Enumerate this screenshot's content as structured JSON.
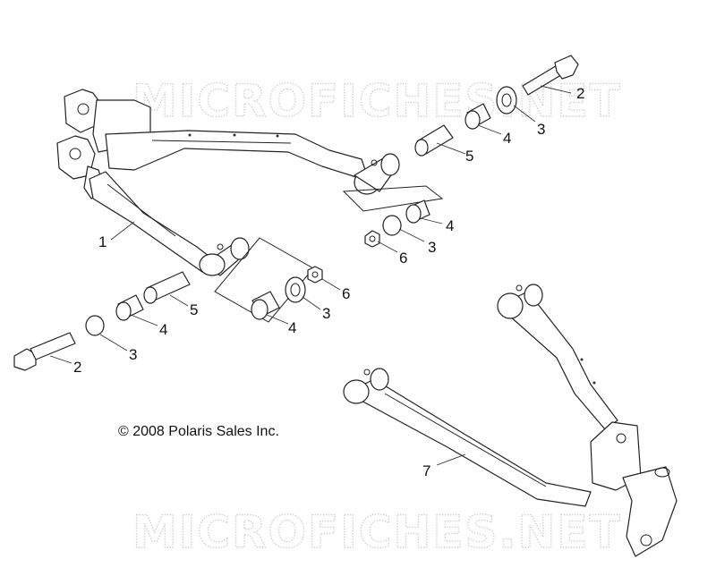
{
  "watermarks": [
    "MICROFICHES.NET",
    "MICROFICHES.NET"
  ],
  "copyright": "© 2008 Polaris Sales Inc.",
  "callouts": [
    "1",
    "2",
    "3",
    "4",
    "5",
    "3",
    "4",
    "6",
    "2",
    "3",
    "4",
    "5",
    "3",
    "4",
    "6",
    "7"
  ]
}
